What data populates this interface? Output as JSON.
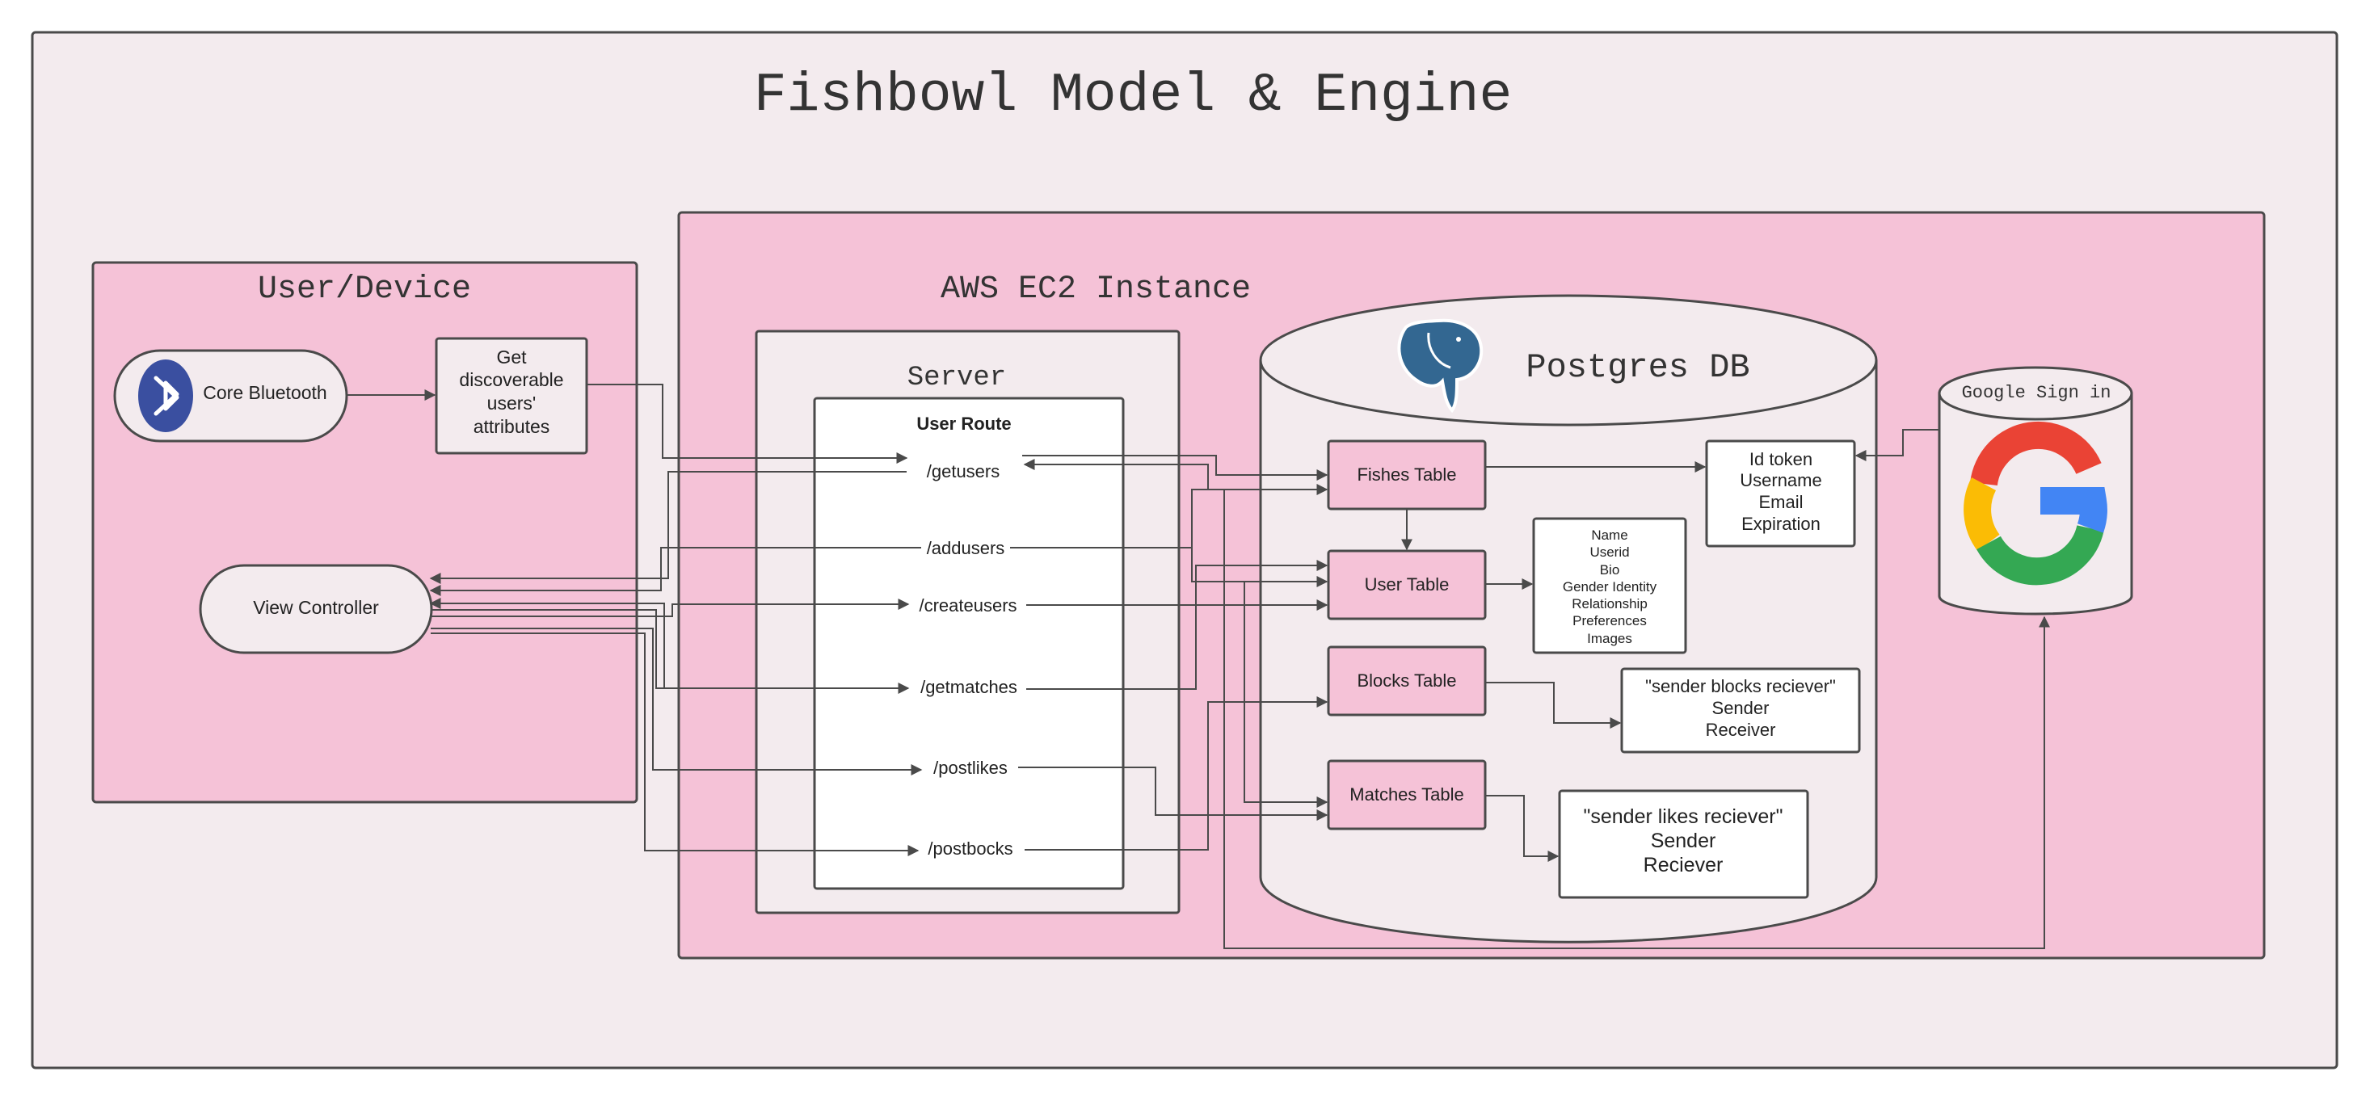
{
  "title": "Fishbowl Model & Engine",
  "user_device": {
    "label": "User/Device",
    "core_bluetooth": "Core Bluetooth",
    "get_attrs": [
      "Get",
      "discoverable",
      "users'",
      "attributes"
    ],
    "view_controller": "View Controller"
  },
  "aws": {
    "label": "AWS EC2 Instance",
    "server": {
      "label": "Server",
      "route_title": "User Route",
      "routes": [
        "/getusers",
        "/addusers",
        "/createusers",
        "/getmatches",
        "/postlikes",
        "/postbocks"
      ]
    },
    "postgres": {
      "label": "Postgres DB",
      "tables": [
        "Fishes Table",
        "User Table",
        "Blocks Table",
        "Matches Table"
      ],
      "fishes_fields": [
        "Id token",
        "Username",
        "Email",
        "Expiration"
      ],
      "user_fields": [
        "Name",
        "Userid",
        "Bio",
        "Gender Identity",
        "Relationship",
        "Preferences",
        "Images"
      ],
      "blocks_fields": [
        "\"sender blocks reciever\"",
        "Sender",
        "Receiver"
      ],
      "matches_fields": [
        "\"sender likes reciever\"",
        "Sender",
        "Reciever"
      ]
    },
    "google": {
      "label": "Google Sign in"
    }
  },
  "colors": {
    "outer_bg": "#f3ebee",
    "pink": "#f5c2d7",
    "stroke": "#4a4a4a",
    "white": "#ffffff",
    "bluetooth": "#3a4fa0",
    "postgres_blue": "#336791"
  }
}
